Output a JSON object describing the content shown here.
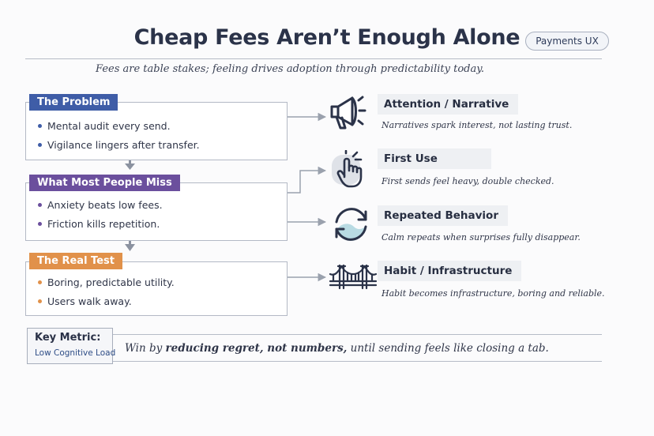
{
  "header": {
    "title": "Cheap Fees Aren’t Enough Alone",
    "tag": "Payments UX",
    "subtitle": "Fees are table stakes; feeling drives adoption through predictability today."
  },
  "left_panels": [
    {
      "label": "The Problem",
      "color": "#3f5da7",
      "bullets": [
        "Mental audit every send.",
        "Vigilance lingers after transfer."
      ]
    },
    {
      "label": "What Most People Miss",
      "color": "#6b4f9d",
      "bullets": [
        "Anxiety beats low fees.",
        "Friction kills repetition."
      ]
    },
    {
      "label": "The Real Test",
      "color": "#e1914a",
      "bullets": [
        "Boring, predictable utility.",
        "Users walk away."
      ]
    }
  ],
  "stages": [
    {
      "icon": "megaphone-icon",
      "title": "Attention / Narrative",
      "desc": "Narratives spark interest, not lasting trust."
    },
    {
      "icon": "tap-hand-icon",
      "title": "First Use",
      "desc": "First sends feel heavy, double checked."
    },
    {
      "icon": "cycle-arrows-icon",
      "title": "Repeated Behavior",
      "desc": "Calm repeats when surprises fully disappear."
    },
    {
      "icon": "bridge-icon",
      "title": "Habit / Infrastructure",
      "desc": "Habit becomes infrastructure, boring and reliable."
    }
  ],
  "footer": {
    "metric_title": "Key Metric:",
    "metric_value": "Low Cognitive Load",
    "takeaway_prefix": "Win by ",
    "takeaway_emphasis": "reducing regret, not numbers,",
    "takeaway_suffix": " until sending feels like closing a tab."
  }
}
